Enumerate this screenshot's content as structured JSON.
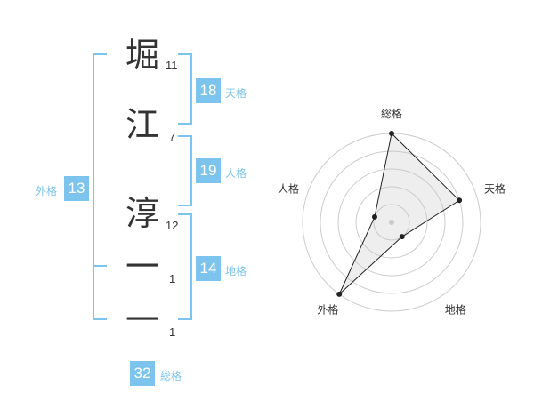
{
  "name_chars": [
    {
      "char": "堀",
      "strokes": "11"
    },
    {
      "char": "江",
      "strokes": "7"
    },
    {
      "char": "淳",
      "strokes": "12"
    },
    {
      "char": "一",
      "strokes": "1"
    },
    {
      "char": "一",
      "strokes": "1"
    }
  ],
  "kakusu": {
    "tenkaku": {
      "value": "18",
      "label": "天格"
    },
    "jinkaku": {
      "value": "19",
      "label": "人格"
    },
    "chikaku": {
      "value": "14",
      "label": "地格"
    },
    "gaikaku": {
      "value": "13",
      "label": "外格"
    },
    "soukaku": {
      "value": "32",
      "label": "総格"
    }
  },
  "colors": {
    "accent": "#7cc4ee",
    "text": "#333333",
    "grid": "#cccccc",
    "fill": "#eeeeee"
  },
  "chart_data": {
    "type": "radar",
    "axes": [
      "総格",
      "天格",
      "地格",
      "外格",
      "人格"
    ],
    "max": 5,
    "rings": 5,
    "values": [
      5,
      4,
      1,
      5,
      1
    ]
  }
}
